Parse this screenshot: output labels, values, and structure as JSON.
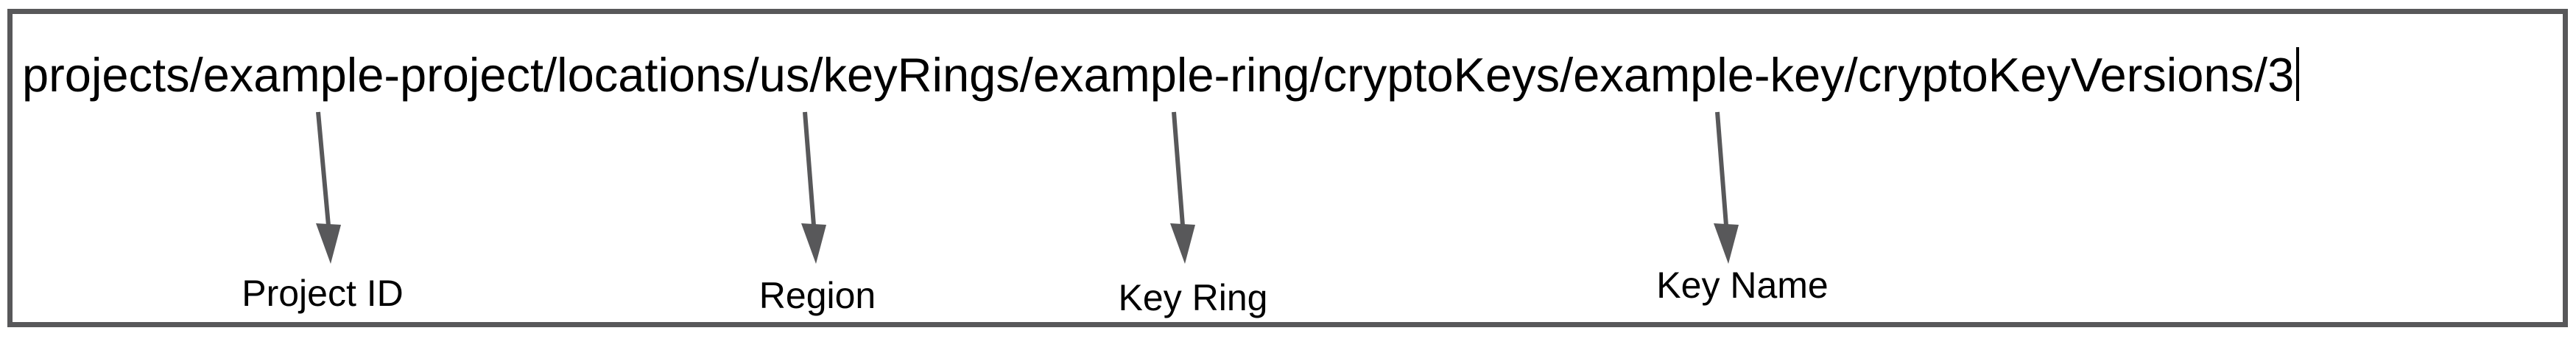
{
  "diagram": {
    "resource_path": "projects/example-project/locations/us/keyRings/example-ring/cryptoKeys/example-key/cryptoKeyVersions/3",
    "callouts": [
      {
        "label": "Project ID",
        "points_to": "example-project"
      },
      {
        "label": "Region",
        "points_to": "us"
      },
      {
        "label": "Key Ring",
        "points_to": "example-ring"
      },
      {
        "label": "Key Name",
        "points_to": "example-key"
      }
    ],
    "colors": {
      "border": "#58585a",
      "arrow": "#58585a",
      "text": "#000000",
      "background": "#ffffff"
    }
  }
}
